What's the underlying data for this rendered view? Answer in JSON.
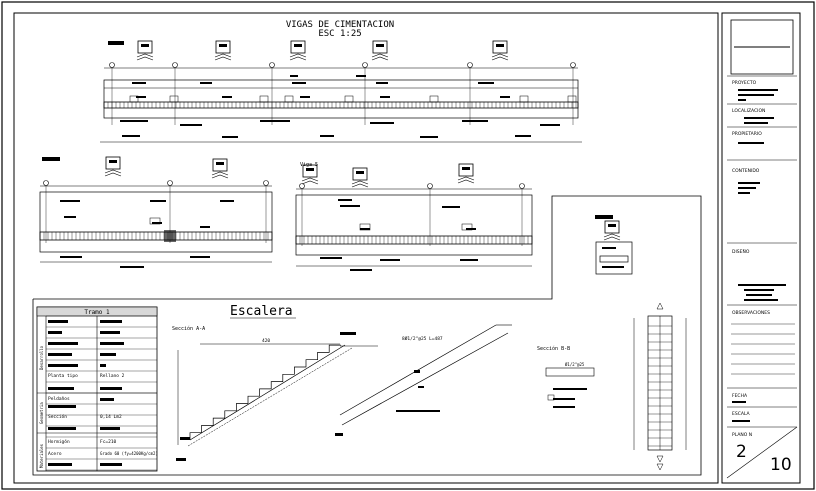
{
  "drawing": {
    "main_title": "VIGAS DE CIMENTACION",
    "main_scale": "ESC  1:25",
    "viga_label": "Viga 5",
    "stair_title": "Escalera",
    "section_aa": "Sección A-A",
    "section_bb": "Sección B-B",
    "dim_420": "420",
    "rebar_1": "8Ø1/2\"@25 L=487",
    "rebar_2": "Ø1/2\"@25",
    "stair_labels": {
      "tramo": "Tramo 1",
      "planta_tipo": "Planta tipo",
      "peldanos": "Peldaños",
      "seccion": "Sección",
      "hormigon": "Hormigón",
      "acero": "Acero",
      "v_desarrollo": "Desarrollo",
      "v_geometria": "Geometria",
      "v_materiales": "Materiales",
      "val_planta": "Rellano 2",
      "val_seccion": "0,14 Lm2",
      "val_hormigon": "Fc=210",
      "val_acero": "Grado 60 (fy=4200Kg/cm2)"
    }
  },
  "title_block": {
    "proyecto_label": "PROYECTO",
    "localizacion_label": "LOCALIZACION",
    "propietario_label": "PROPIETARIO",
    "contenido_label": "CONTENIDO",
    "diseno_label": "DISEÑO",
    "observaciones_label": "OBSERVACIONES",
    "fecha_label": "FECHA",
    "escala_label": "ESCALA",
    "plano_label": "PLANO N",
    "plano_num": "2",
    "plano_total": "10"
  }
}
